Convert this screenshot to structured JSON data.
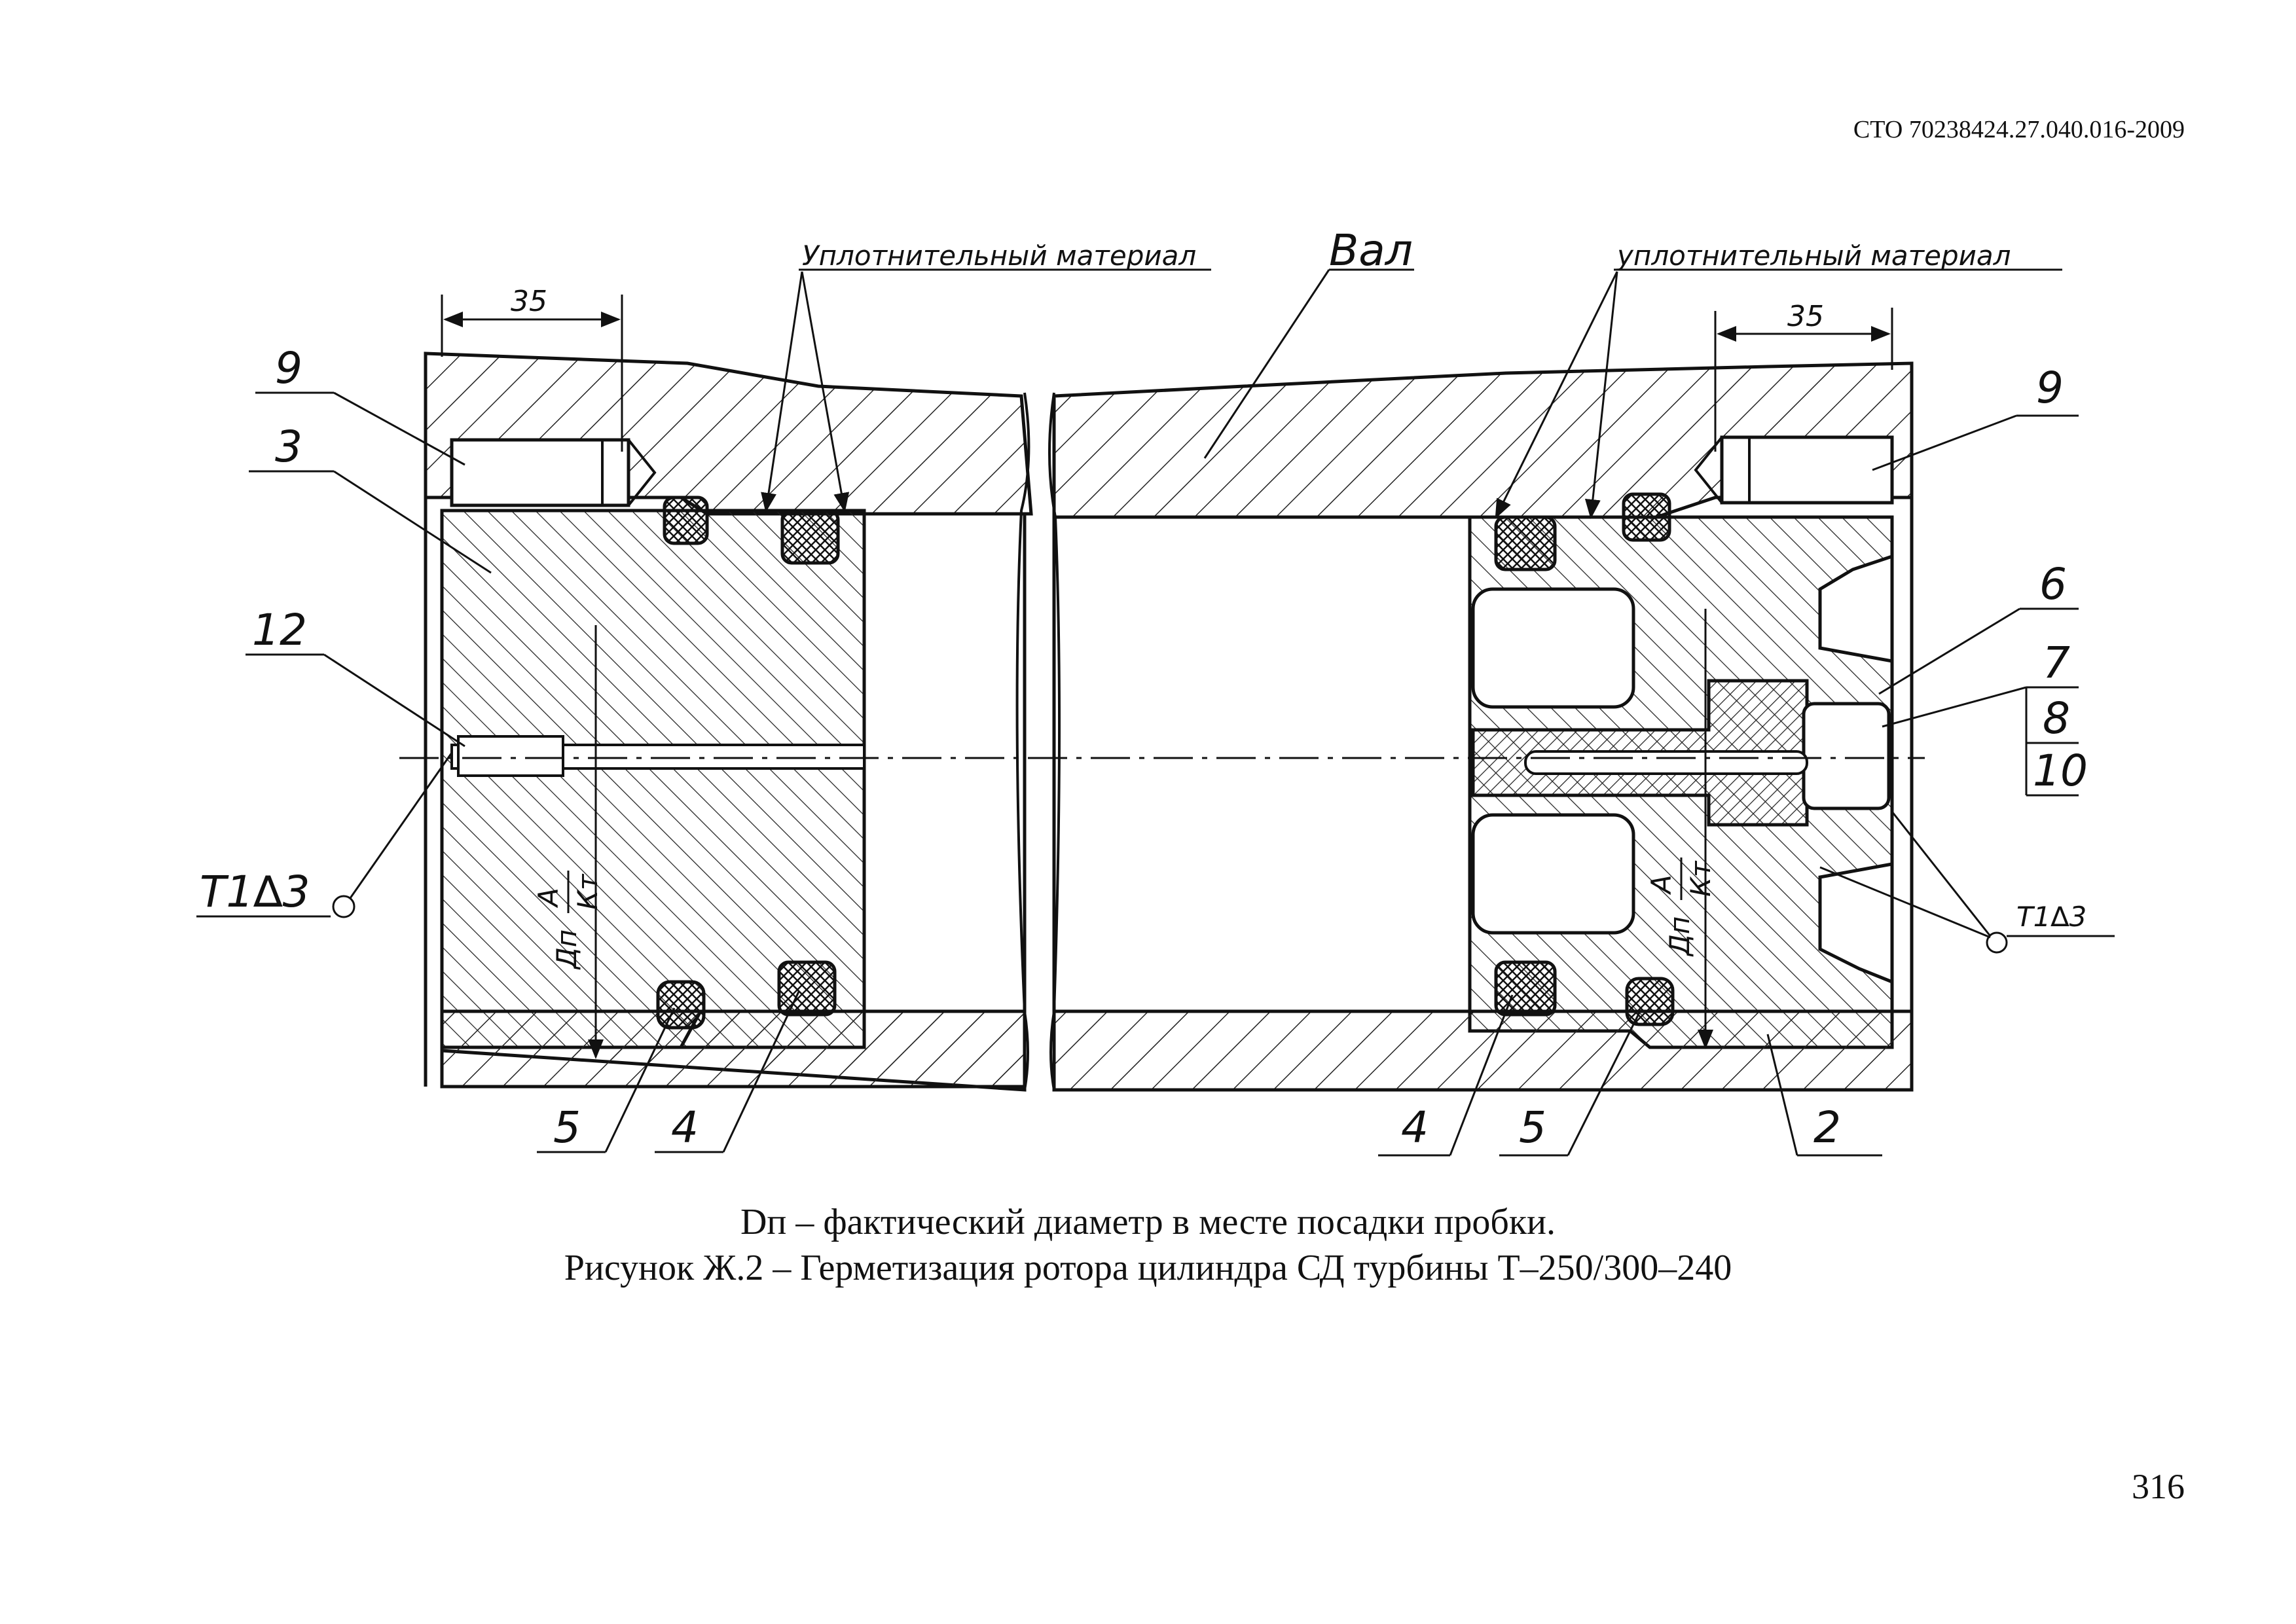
{
  "header": {
    "doc_code": "СТО 70238424.27.040.016-2009"
  },
  "drawing": {
    "label_seal_left": "Уплотнительный материал",
    "label_seal_right": "уплотнительный материал",
    "label_shaft": "Вал",
    "dim_left": "35",
    "dim_right": "35",
    "callout_9_left": "9",
    "callout_3": "3",
    "callout_12": "12",
    "weld_left": "Т1∆3",
    "callout_5_left": "5",
    "callout_4_left": "4",
    "callout_9_right": "9",
    "callout_6": "6",
    "callout_7": "7",
    "callout_8": "8",
    "callout_10": "10",
    "weld_right": "Т1∆3",
    "callout_4_right": "4",
    "callout_5_right": "5",
    "callout_2": "2",
    "section_mark_num": "А",
    "section_mark_den": "Кт",
    "section_mark_dia": "Дп"
  },
  "caption": {
    "note": "Dп – фактический диаметр в месте посадки пробки.",
    "title": "Рисунок Ж.2 – Герметизация ротора цилиндра СД турбины Т–250/300–240"
  },
  "page": {
    "number": "316"
  }
}
